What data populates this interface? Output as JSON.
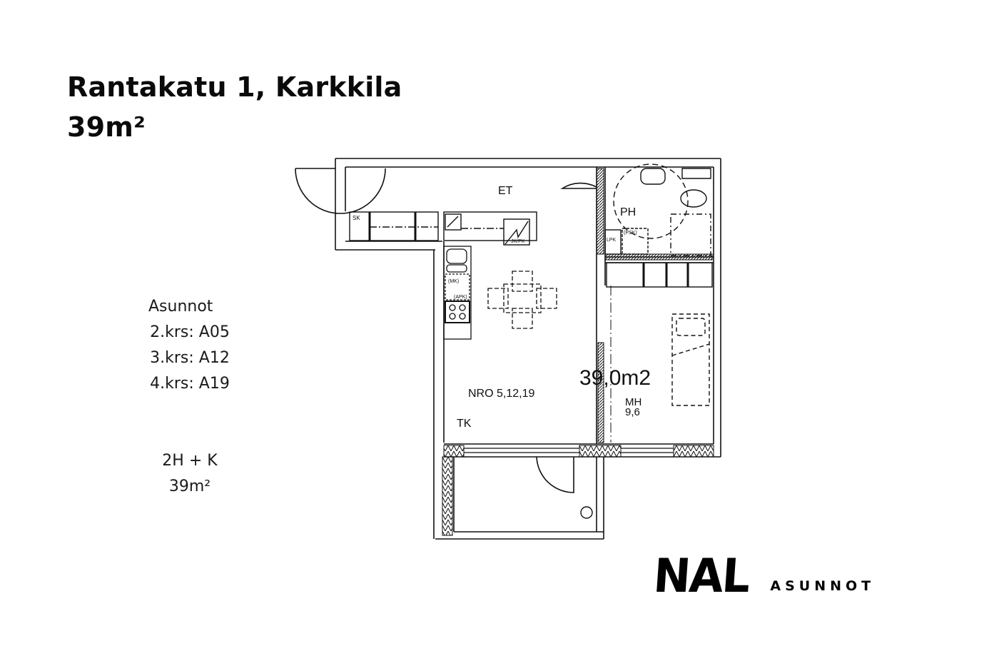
{
  "header": {
    "address": "Rantakatu 1, Karkkila",
    "area": "39m²"
  },
  "units": {
    "heading": "Asunnot",
    "floors": [
      {
        "label": "2.krs: A05"
      },
      {
        "label": "3.krs: A12"
      },
      {
        "label": "4.krs: A19"
      }
    ]
  },
  "summary": {
    "layout": "2H + K",
    "area": "39m²"
  },
  "floorplan": {
    "rooms": {
      "entry": "ET",
      "bathroom": "PH",
      "living_kitchen": "TK",
      "bedroom": "MH",
      "bedroom_area": "9,6"
    },
    "apartment_numbers": "NRO 5,12,19",
    "total_area": "39,0m2",
    "fixtures": {
      "closet": "SK",
      "freezer_fridge": "JK/PK",
      "water_heater": "LPK",
      "washing_machine": "(PSK)",
      "microwave": "(MK)",
      "dishwasher": "(APK)"
    }
  },
  "brand": {
    "mark": "NAL",
    "word": "ASUNNOT"
  }
}
